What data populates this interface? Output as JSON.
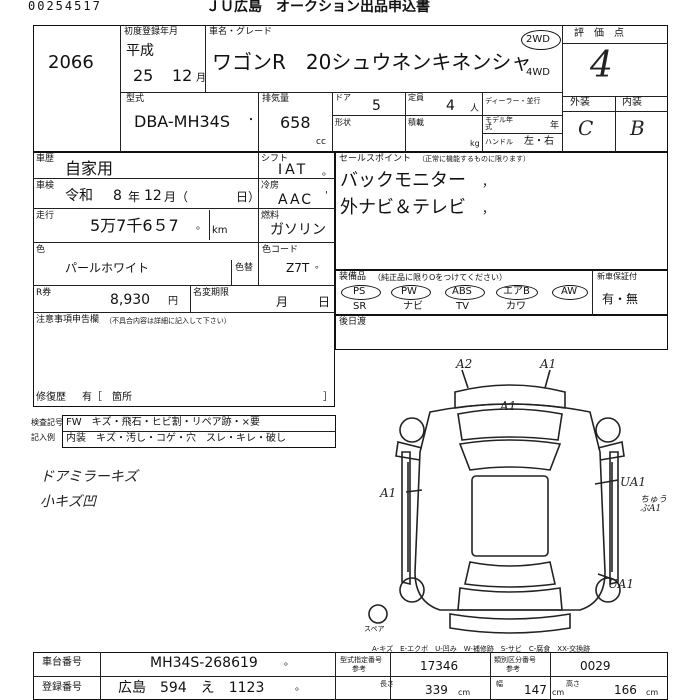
{
  "header": {
    "serial": "00254517",
    "title": "ＪＵ広島　オークション出品申込書"
  },
  "lot": {
    "number": "2066"
  },
  "reg": {
    "label": "初度登録年月",
    "era": "平成",
    "year": "25",
    "month": "12",
    "month_unit": "月"
  },
  "car": {
    "name_label": "車名・グレード",
    "name": "ワゴンR　20シュウネンキネンシャ",
    "drive_2wd": "2WD",
    "drive_4wd": "4WD"
  },
  "grade": {
    "label": "評　価　点",
    "score": "4",
    "exterior_label": "外装",
    "interior_label": "内装",
    "exterior": "C",
    "interior": "B"
  },
  "model": {
    "label": "型式",
    "value": "DBA-MH34S",
    "mark": "・"
  },
  "engine": {
    "label": "排気量",
    "value": "658",
    "unit": "cc"
  },
  "doors": {
    "label": "ドア",
    "value": "5"
  },
  "capacity": {
    "label": "定員",
    "value": "4",
    "unit": "人"
  },
  "dealer": {
    "label": "ディーラー・並行"
  },
  "shape": {
    "label": "形状"
  },
  "load": {
    "label": "積載",
    "unit": "kg"
  },
  "model_year": {
    "label": "モデル年式",
    "unit": "年"
  },
  "handle": {
    "label": "ハンドル",
    "value": "左・右"
  },
  "usage": {
    "label": "車歴",
    "value": "自家用"
  },
  "inspection": {
    "label": "車検",
    "era": "令和",
    "year": "8",
    "year_unit": "年",
    "month": "12",
    "month_unit": "月（",
    "day_unit": "日）"
  },
  "mileage": {
    "label": "走行",
    "value": "5万7千6５7",
    "mark": "。",
    "unit": "km"
  },
  "color": {
    "label": "色",
    "value": "パールホワイト",
    "change_label": "色替",
    "code_label": "色コード",
    "code": "Z7T",
    "mark": "。"
  },
  "recycle": {
    "label": "R券",
    "value": "8,930",
    "unit": "円"
  },
  "name_change": {
    "label": "名変期限",
    "month_unit": "月",
    "day_unit": "日"
  },
  "shift": {
    "label": "シフト",
    "value": "IAT",
    "mark": "。"
  },
  "aircon": {
    "label": "冷房",
    "value": "AAC",
    "mark": "'"
  },
  "fuel": {
    "label": "燃料",
    "value": "ガソリン"
  },
  "sales_points": {
    "label": "セールスポイント",
    "note": "（正常に機能するものに限ります）",
    "lines": [
      "バックモニター",
      "外ナビ＆テレビ"
    ],
    "marks": [
      "，",
      "，"
    ]
  },
  "equipment": {
    "label": "装備品",
    "note": "（純正品に限りOをつけてください）",
    "newcar_label": "新車保証付",
    "items_top": [
      "PS",
      "PW",
      "ABS",
      "エアB",
      "AW"
    ],
    "items_bottom": [
      "SR",
      "ナビ",
      "TV",
      "カワ"
    ],
    "newcar_value": "有・無"
  },
  "later": {
    "label": "後日渡"
  },
  "notes": {
    "label": "注意事項申告欄",
    "note": "（不具合内容は詳細に記入して下さい）"
  },
  "repair": {
    "label": "修復歴",
    "value": "有［　箇所",
    "close": "］"
  },
  "legend": {
    "label1": "検査記号",
    "label2": "記入例",
    "row1": "FW　キズ・飛石・ヒビ割・リペア跡・×要",
    "row2": "内装　キズ・汚し・コゲ・穴　スレ・キレ・破し"
  },
  "handwritten": {
    "line1": "ドアミラーキズ",
    "line2": "小キズ凹"
  },
  "diagram_marks": {
    "a2": "A2",
    "a1_top": "A1",
    "a1_hood": "A1",
    "a1_left": "A1",
    "ua1_right": "UA1",
    "ua1_lower": "UA1",
    "fender_note": "ちゅうぶA1",
    "spare": "スペア"
  },
  "key_legend": "A-キズ　E-エクボ　U-凹み　W-補修跡　S-サビ　C-腐食　XX-交換跡",
  "chassis": {
    "label": "車台番号",
    "value": "MH34S-268619",
    "mark": "。"
  },
  "plate": {
    "label": "登録番号",
    "value": "広島　594　え　1123",
    "mark": "。"
  },
  "specs": {
    "type_num_label": "型式指定番号",
    "type_num": "17346",
    "class_num_label": "類別区分番号",
    "class_num": "0029",
    "length_label": "長さ",
    "length": "339",
    "length_unit": "cm",
    "width_label": "幅",
    "width": "147",
    "width_unit": "cm",
    "height_label": "高さ",
    "height": "166",
    "height_unit": "cm",
    "ref_label": "参考"
  }
}
